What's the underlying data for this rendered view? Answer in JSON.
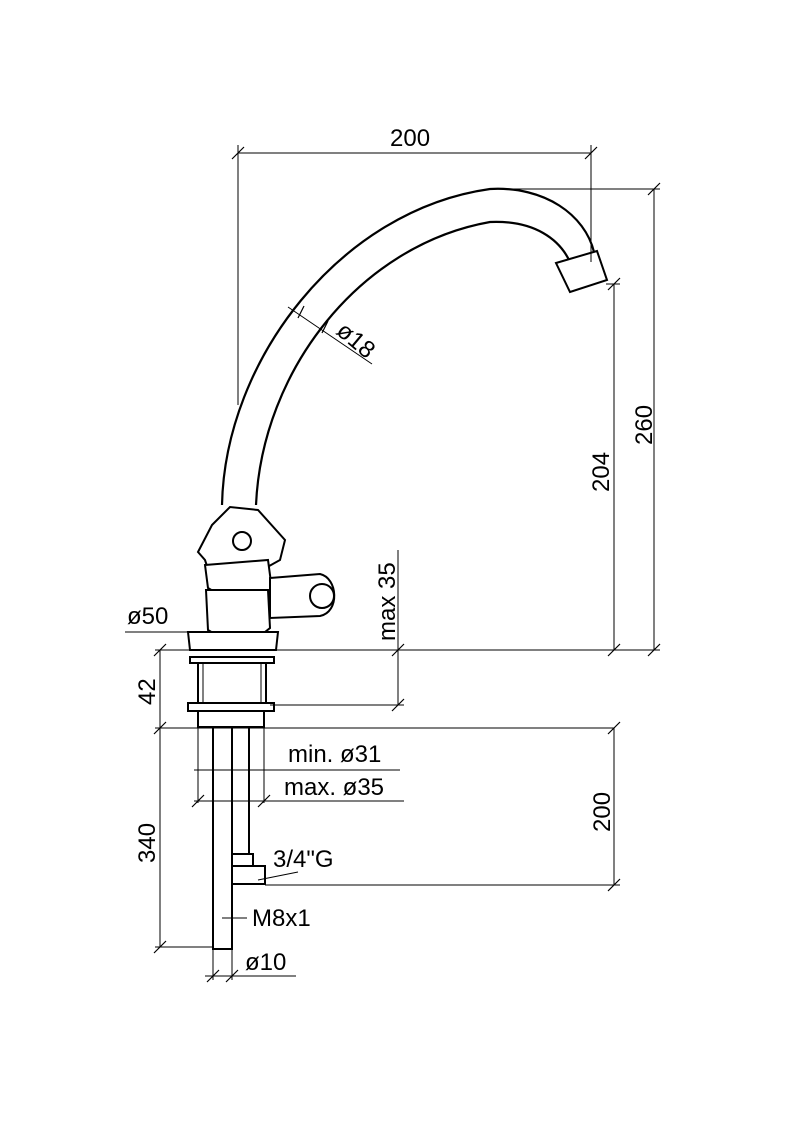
{
  "drawing": {
    "subject": "kitchen tap technical drawing",
    "dimensions": {
      "spout_reach": "200",
      "pipe_diameter": "ø18",
      "spout_outlet_height": "204",
      "total_height": "260",
      "base_diameter": "ø50",
      "max_thickness": "max 35",
      "body_height": "42",
      "hole_min": "min. ø31",
      "hole_max": "max. ø35",
      "hose_length": "200",
      "total_below": "340",
      "connection_thread": "3/4\"G",
      "stud_thread": "M8x1",
      "stud_diameter": "ø10"
    }
  }
}
